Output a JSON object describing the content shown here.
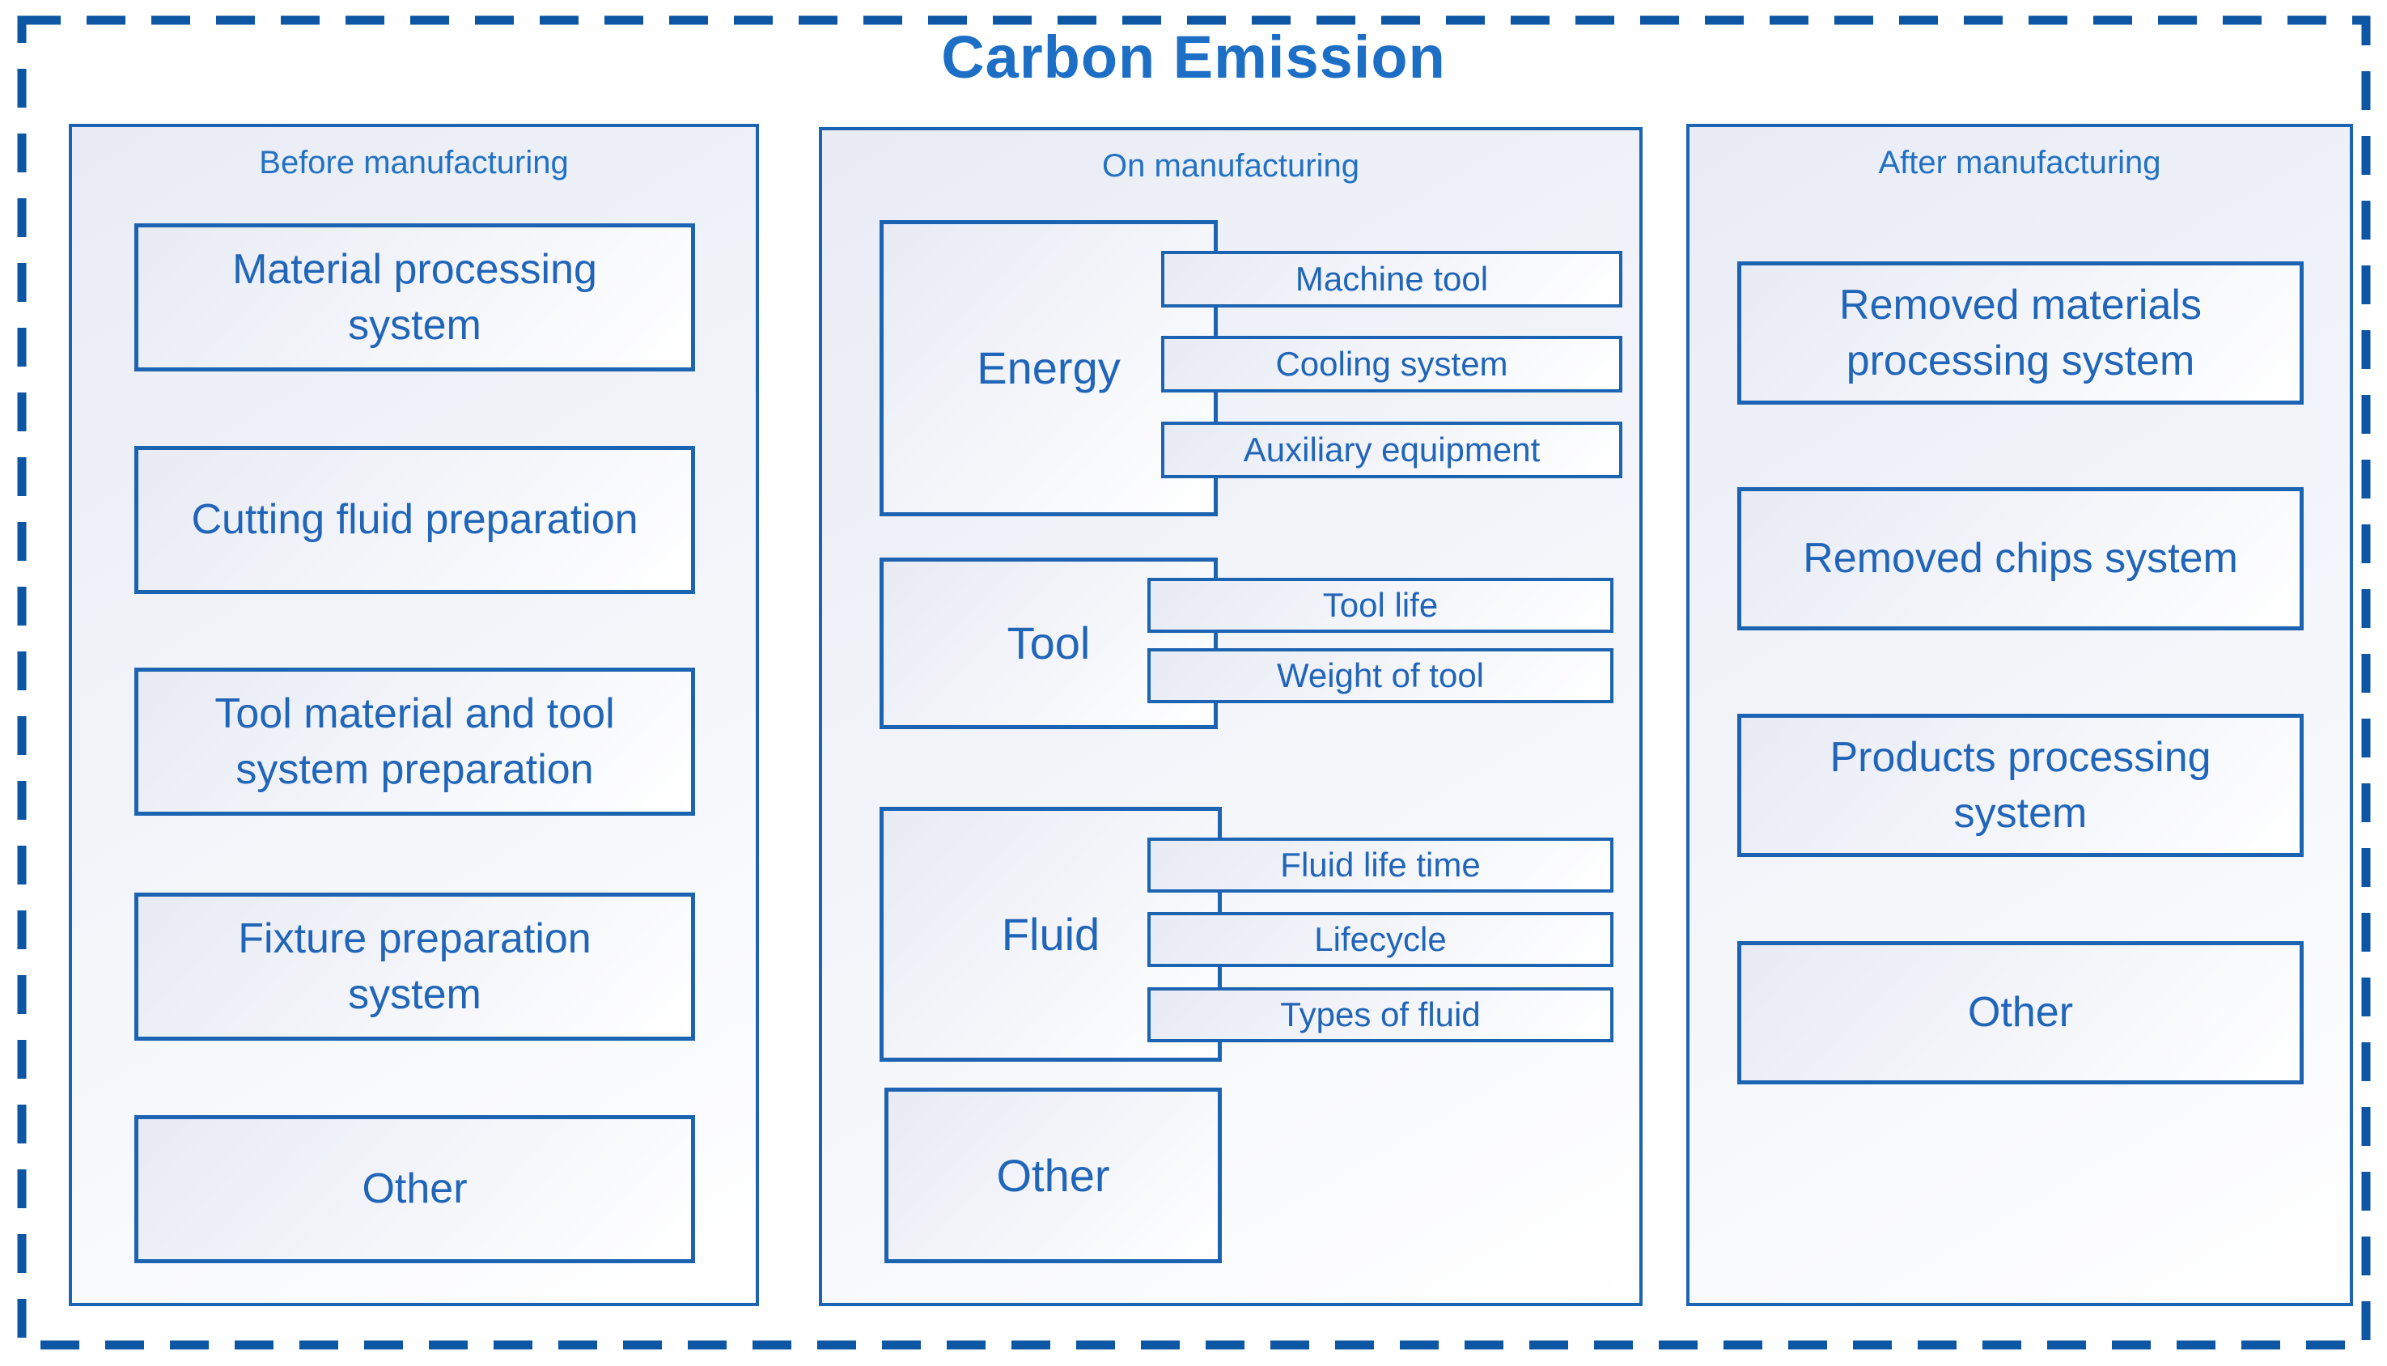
{
  "title": "Carbon Emission",
  "colors": {
    "outer_dash_border": "#0d56a4",
    "box_border": "#1c63b1",
    "title_text": "#1d6fc6",
    "header_text": "#2371c3",
    "box_text": "#2165b8"
  },
  "columns": {
    "before": {
      "header": "Before manufacturing",
      "boxes": [
        "Material processing system",
        "Cutting fluid preparation",
        "Tool material and tool system preparation",
        "Fixture preparation system",
        "Other"
      ]
    },
    "on": {
      "header": "On manufacturing",
      "groups": [
        {
          "label": "Energy",
          "children": [
            "Machine tool",
            "Cooling system",
            "Auxiliary equipment"
          ]
        },
        {
          "label": "Tool",
          "children": [
            "Tool life",
            "Weight of tool"
          ]
        },
        {
          "label": "Fluid",
          "children": [
            "Fluid life time",
            "Lifecycle",
            "Types of fluid"
          ]
        }
      ],
      "other": "Other"
    },
    "after": {
      "header": "After manufacturing",
      "boxes": [
        "Removed materials processing system",
        "Removed chips system",
        "Products processing system",
        "Other"
      ]
    }
  }
}
